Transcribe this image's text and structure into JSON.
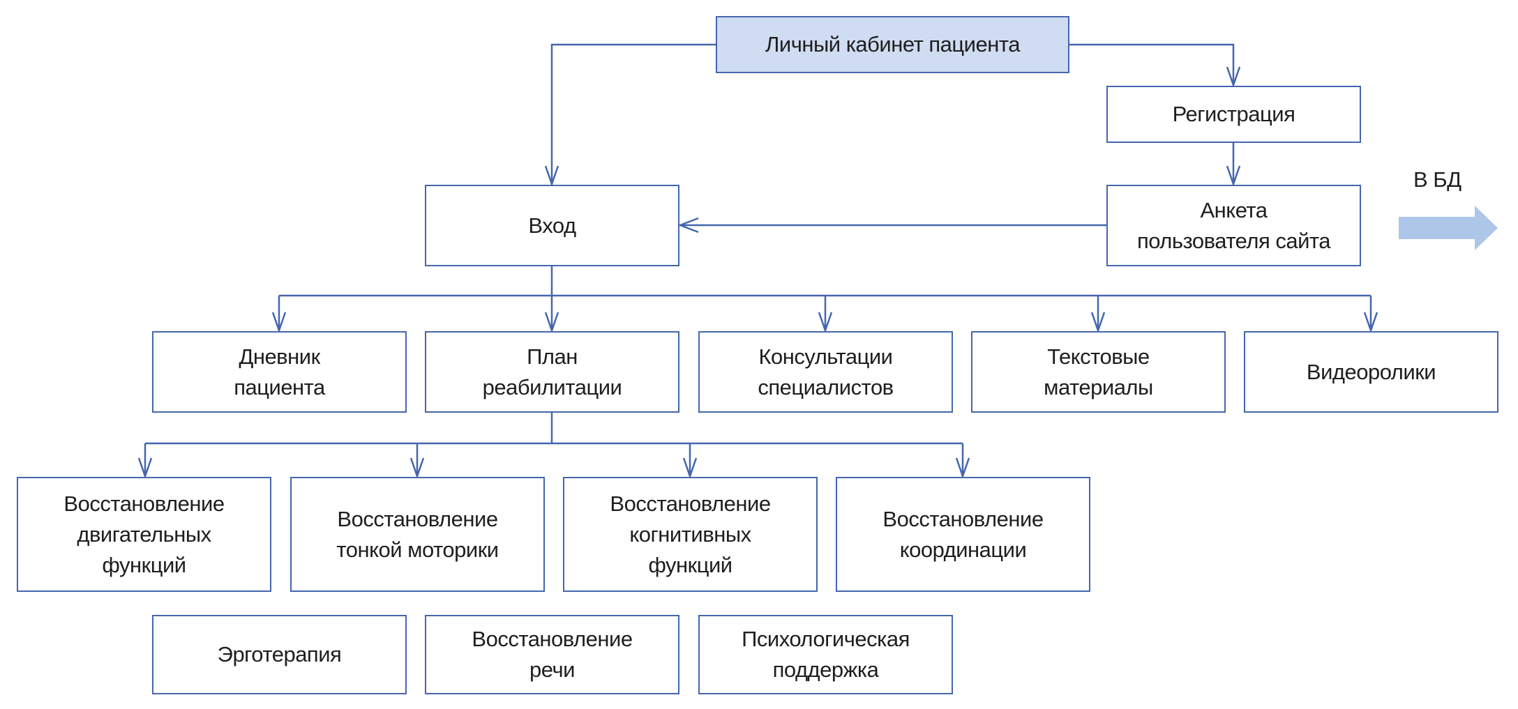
{
  "diagram": {
    "root": {
      "id": "cabinet",
      "label": "Личный кабинет пациента"
    },
    "nodes": [
      {
        "id": "registration",
        "label": "Регистрация"
      },
      {
        "id": "questionnaire",
        "label": "Анкета\nпользователя сайта"
      },
      {
        "id": "login",
        "label": "Вход"
      },
      {
        "id": "diary",
        "label": "Дневник\nпациента"
      },
      {
        "id": "rehab-plan",
        "label": "План\nреабилитации"
      },
      {
        "id": "consultations",
        "label": "Консультации\nспециалистов"
      },
      {
        "id": "text-materials",
        "label": "Текстовые\nматериалы"
      },
      {
        "id": "videos",
        "label": "Видеоролики"
      },
      {
        "id": "motor",
        "label": "Восстановление\nдвигательных\nфункций"
      },
      {
        "id": "fine-motor",
        "label": "Восстановление\nтонкой моторики"
      },
      {
        "id": "cognitive",
        "label": "Восстановление\nкогнитивных\nфункций"
      },
      {
        "id": "coordination",
        "label": "Восстановление\nкоординации"
      },
      {
        "id": "ergotherapy",
        "label": "Эрготерапия"
      },
      {
        "id": "speech",
        "label": "Восстановление\nречи"
      },
      {
        "id": "psych",
        "label": "Психологическая\nподдержка"
      }
    ],
    "edges": [
      {
        "from": "cabinet",
        "to": "login"
      },
      {
        "from": "cabinet",
        "to": "registration"
      },
      {
        "from": "registration",
        "to": "questionnaire"
      },
      {
        "from": "questionnaire",
        "to": "login"
      },
      {
        "from": "login",
        "to": "diary"
      },
      {
        "from": "login",
        "to": "rehab-plan"
      },
      {
        "from": "login",
        "to": "consultations"
      },
      {
        "from": "login",
        "to": "text-materials"
      },
      {
        "from": "login",
        "to": "videos"
      },
      {
        "from": "rehab-plan",
        "to": "motor"
      },
      {
        "from": "rehab-plan",
        "to": "fine-motor"
      },
      {
        "from": "rehab-plan",
        "to": "cognitive"
      },
      {
        "from": "rehab-plan",
        "to": "coordination"
      }
    ],
    "db_arrow": {
      "label": "В БД",
      "color": "#aec6e8"
    },
    "colors": {
      "line": "#4466ad",
      "root_fill": "#cfdcf1",
      "text": "#1e1e1e"
    }
  }
}
